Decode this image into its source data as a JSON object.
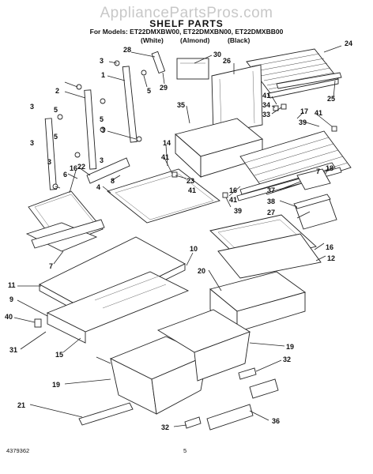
{
  "header": {
    "watermark": "AppliancePartsPros.com",
    "title": "SHELF PARTS",
    "models": "For Models: ET22DMXBW00, ET22DMXBN00, ET22DMXBB00",
    "color_white": "(White)",
    "color_almond": "(Almond)",
    "color_black": "(Black)"
  },
  "callouts": [
    "28",
    "30",
    "24",
    "26",
    "3",
    "1",
    "5",
    "29",
    "2",
    "3",
    "35",
    "41",
    "34",
    "33",
    "25",
    "5",
    "17",
    "39",
    "41",
    "5",
    "3",
    "3",
    "14",
    "41",
    "18",
    "22",
    "8",
    "6",
    "4",
    "16",
    "23",
    "37",
    "38",
    "16",
    "27",
    "39",
    "41",
    "7",
    "16",
    "12",
    "10",
    "11",
    "20",
    "9",
    "40",
    "15",
    "19",
    "32",
    "31",
    "19",
    "21",
    "32",
    "36",
    "3",
    "5",
    "3",
    "41",
    "7"
  ],
  "footer": {
    "doc_number": "4379362",
    "page_number": "5"
  }
}
